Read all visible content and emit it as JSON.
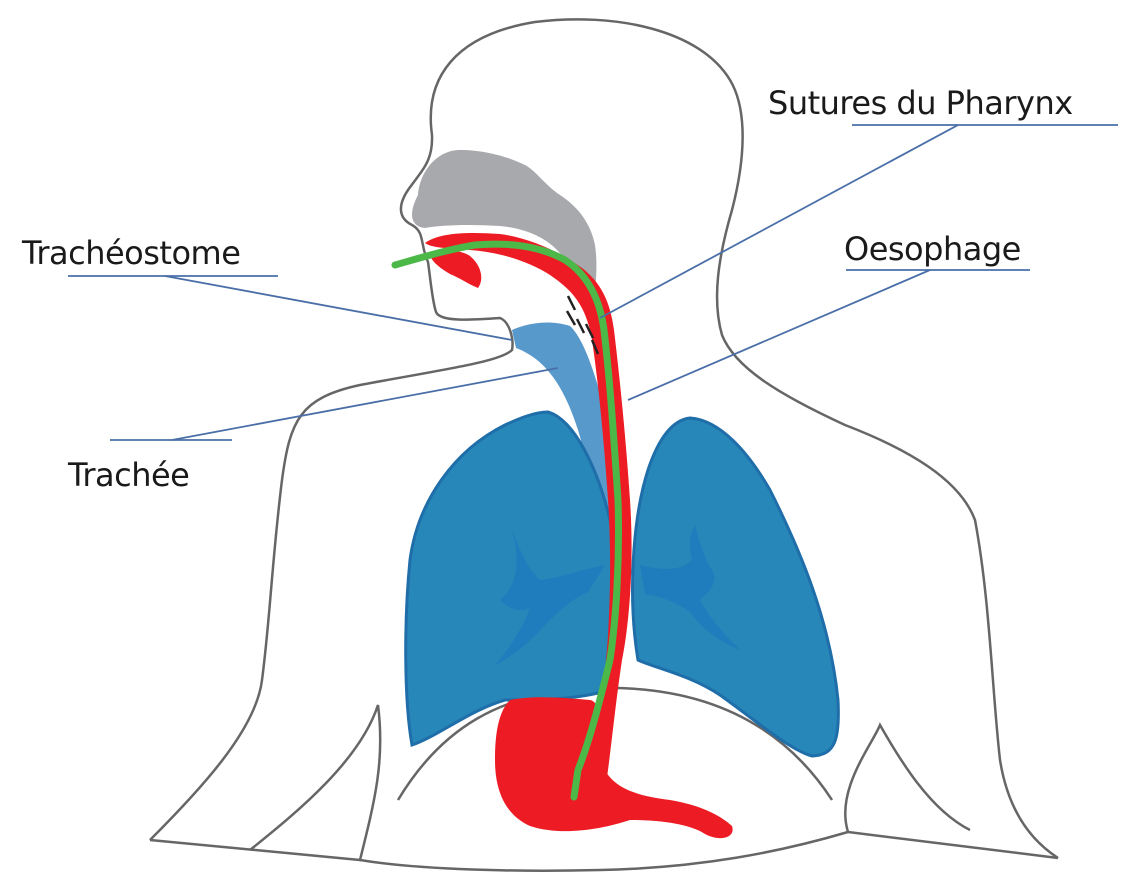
{
  "labels": {
    "sutures": "Sutures du Pharynx",
    "tracheostome": "Trachéostome",
    "oesophage": "Oesophage",
    "trachee": "Trachée"
  },
  "colors": {
    "outline": "#666666",
    "leader": "#4a6fa8",
    "nasal": "#a7a9ac",
    "digestive": "#ed1c24",
    "tube": "#4cb848",
    "trachea": "#4a90c8",
    "lung": "#2787b8",
    "lung_edge": "#1f6eaa",
    "bronchi": "#1e7ac0",
    "sutures": "#222222"
  }
}
